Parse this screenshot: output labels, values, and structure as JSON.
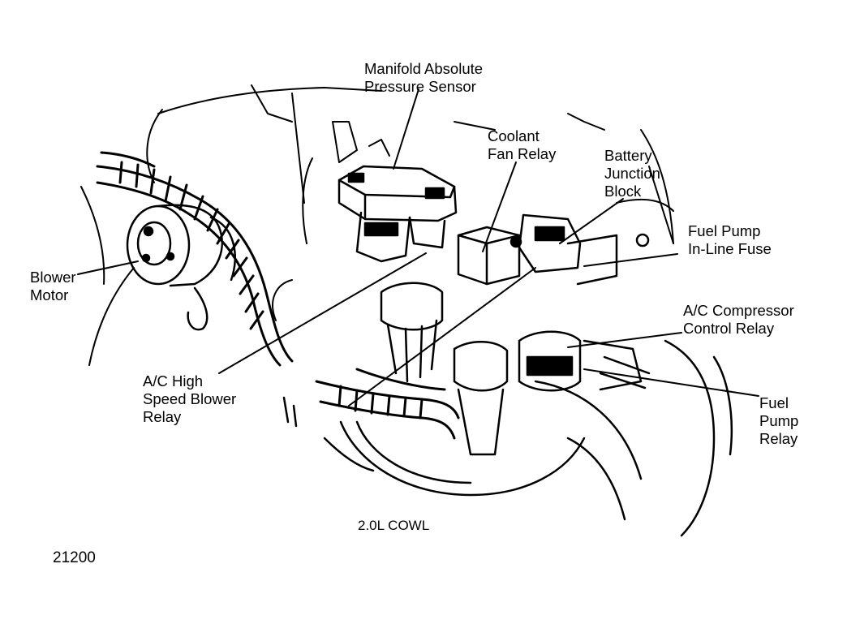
{
  "diagram": {
    "caption": "2.0L COWL",
    "figure_number": "21200",
    "ink_color": "#000000",
    "labels": {
      "map_sensor": [
        "Manifold Absolute",
        "Pressure Sensor"
      ],
      "coolant_fan_relay": [
        "Coolant",
        "Fan Relay"
      ],
      "battery_junction_block": [
        "Battery",
        "Junction",
        "Block"
      ],
      "fuel_pump_inline_fuse": [
        "Fuel Pump",
        "In-Line Fuse"
      ],
      "blower_motor": [
        "Blower",
        "Motor"
      ],
      "ac_compressor_control_relay": [
        "A/C Compressor",
        "Control Relay"
      ],
      "ac_high_speed_blower_relay": [
        "A/C High",
        "Speed Blower",
        "Relay"
      ],
      "fuel_pump_relay": [
        "Fuel",
        "Pump",
        "Relay"
      ]
    }
  }
}
